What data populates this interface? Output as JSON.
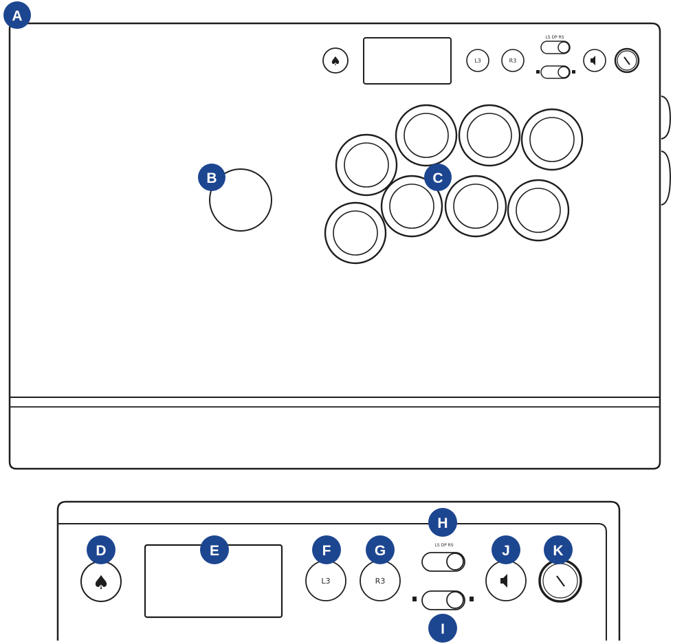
{
  "callouts": {
    "a": "A",
    "b": "B",
    "c": "C",
    "d": "D",
    "e": "E",
    "f": "F",
    "g": "G",
    "h": "H",
    "i": "I",
    "j": "J",
    "k": "K"
  },
  "buttons": {
    "l3": "L3",
    "r3": "R3",
    "mode_switch": "LS DP RS"
  },
  "icons": {
    "ps_logo": "playstation-logo-icon",
    "speaker": "speaker-icon",
    "mic_mute": "mic-mute-icon",
    "lock": "lock-icon",
    "unlock": "unlock-icon"
  },
  "colors": {
    "callout": "#1d4690",
    "ink": "#1e1e1e"
  }
}
